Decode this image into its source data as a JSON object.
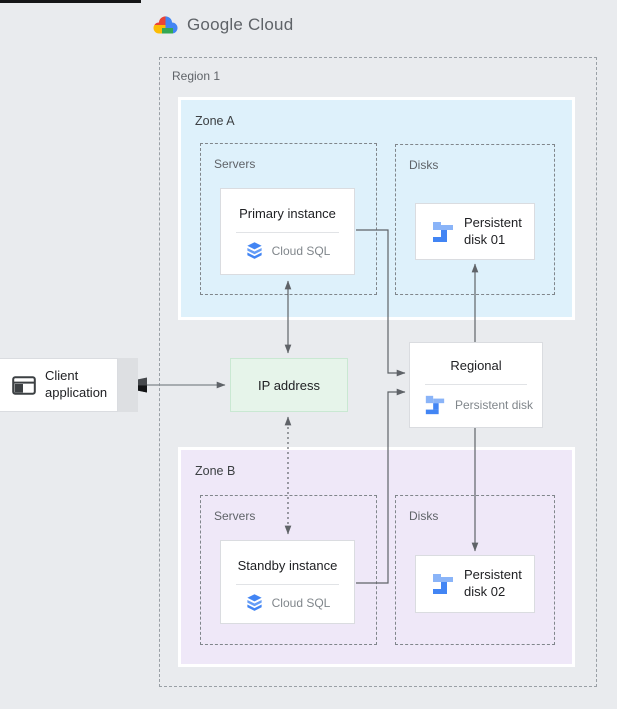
{
  "header": {
    "logo": "Google Cloud"
  },
  "region": {
    "label": "Region 1"
  },
  "zone_a": {
    "label": "Zone A",
    "servers_label": "Servers",
    "disks_label": "Disks",
    "instance_title": "Primary instance",
    "instance_product": "Cloud SQL",
    "disk_title": "Persistent disk 01"
  },
  "zone_b": {
    "label": "Zone B",
    "servers_label": "Servers",
    "disks_label": "Disks",
    "instance_title": "Standby instance",
    "instance_product": "Cloud SQL",
    "disk_title": "Persistent disk 02"
  },
  "client": {
    "label": "Client application"
  },
  "ip_address": {
    "label": "IP address"
  },
  "regional_disk": {
    "title": "Regional",
    "subtitle": "Persistent disk"
  },
  "colors": {
    "page_bg": "#e9ebee",
    "zone_a_bg": "#def1fb",
    "zone_b_bg": "#efe8f8",
    "ip_bg": "#e6f4ea",
    "card_border": "#dadce0",
    "connector": "#5f6368",
    "google_blue": "#4285f4",
    "google_red": "#ea4335",
    "google_yellow": "#fbbc05",
    "google_green": "#34a853",
    "disk_icon_light": "#8ab4f8",
    "disk_icon_dark": "#4285f4"
  }
}
